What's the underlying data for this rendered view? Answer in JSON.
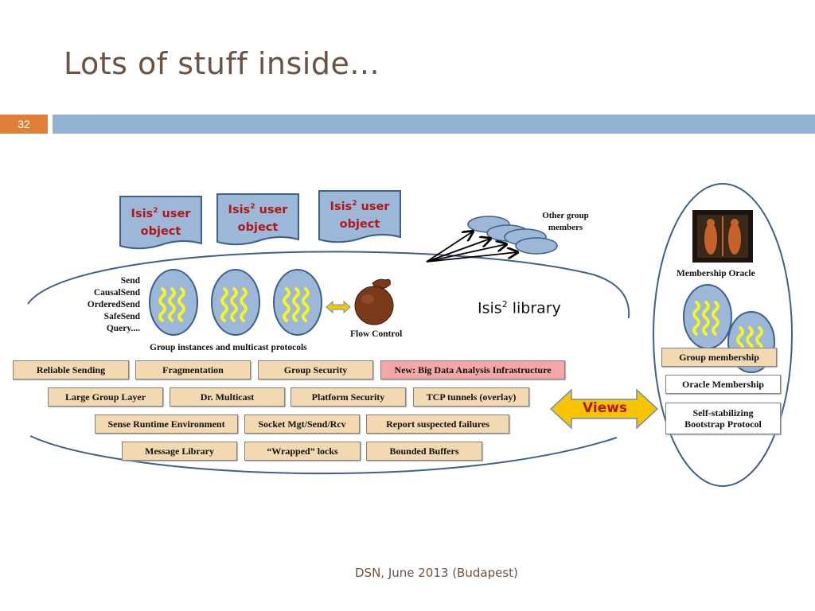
{
  "slide": {
    "title": "Lots of stuff inside...",
    "number": "32",
    "footer": "DSN, June 2013 (Budapest)"
  },
  "user_object": {
    "prefix": "Isis",
    "sup": "2",
    "line1_suffix": " user",
    "line2": "object"
  },
  "other_group": {
    "line1": "Other group",
    "line2": "members"
  },
  "protocols": [
    "Send",
    "CausalSend",
    "OrderedSend",
    "SafeSend",
    "Query...."
  ],
  "group_instances_label": "Group instances and multicast protocols",
  "flow_control_label": "Flow Control",
  "library": {
    "prefix": "Isis",
    "sup": "2",
    "suffix": " library"
  },
  "membership_oracle_label": "Membership Oracle",
  "views_label": "Views",
  "boxes": {
    "reliable_sending": "Reliable Sending",
    "fragmentation": "Fragmentation",
    "group_security": "Group Security",
    "big_data": "New: Big Data Analysis Infrastructure",
    "large_group_layer": "Large Group Layer",
    "dr_multicast": "Dr. Multicast",
    "platform_security": "Platform Security",
    "tcp_tunnels": "TCP tunnels (overlay)",
    "sense_runtime": "Sense Runtime Environment",
    "socket_mgt": "Socket Mgt/Send/Rcv",
    "report_failures": "Report suspected failures",
    "message_library": "Message Library",
    "wrapped_locks": "“Wrapped” locks",
    "bounded_buffers": "Bounded Buffers",
    "group_membership": "Group membership",
    "oracle_membership": "Oracle Membership",
    "self_stabilizing_l1": "Self-stabilizing",
    "self_stabilizing_l2": "Bootstrap Protocol"
  },
  "colors": {
    "title_brown": "#6b5344",
    "accent_orange": "#e07f38",
    "header_blue": "#91b3d3",
    "shape_blue": "#9cb7d8",
    "shape_outline": "#3e6189",
    "box_tan": "#f2d9b1",
    "box_red": "#f4a7a7",
    "squiggle_yellow": "#f5f520",
    "arrow_gold": "#f7c400",
    "text_red": "#b01818"
  }
}
